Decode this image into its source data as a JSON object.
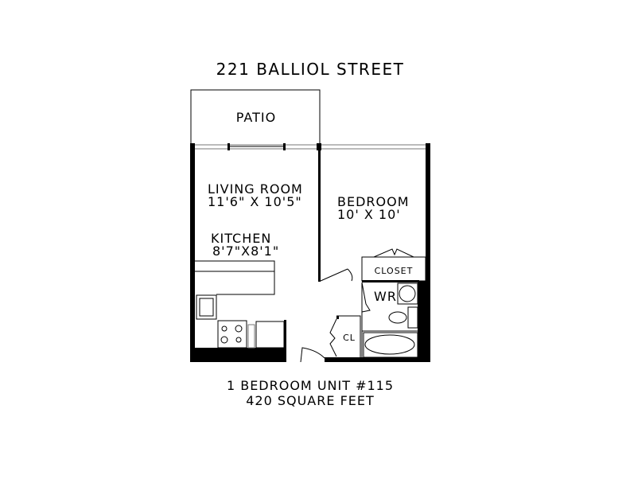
{
  "title": "221 BALLIOL STREET",
  "rooms": {
    "patio": "PATIO",
    "living_room": {
      "name": "LIVING ROOM",
      "size": "11'6\" X 10'5\""
    },
    "bedroom": {
      "name": "BEDROOM",
      "size": "10' X 10'"
    },
    "kitchen": {
      "name": "KITCHEN",
      "size": "8'7\"X8'1\""
    },
    "closet": "CLOSET",
    "washroom": "WR",
    "small_closet": "CL"
  },
  "footer": {
    "unit": "1 BEDROOM UNIT #115",
    "area": "420 SQUARE FEET"
  }
}
